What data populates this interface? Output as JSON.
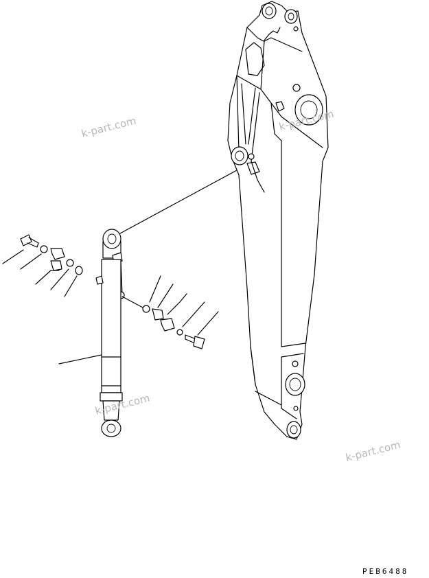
{
  "watermarks": [
    "k-part.com",
    "k-part.com",
    "k-part.com",
    "k-part.com"
  ],
  "drawing_code": "PEB6488"
}
